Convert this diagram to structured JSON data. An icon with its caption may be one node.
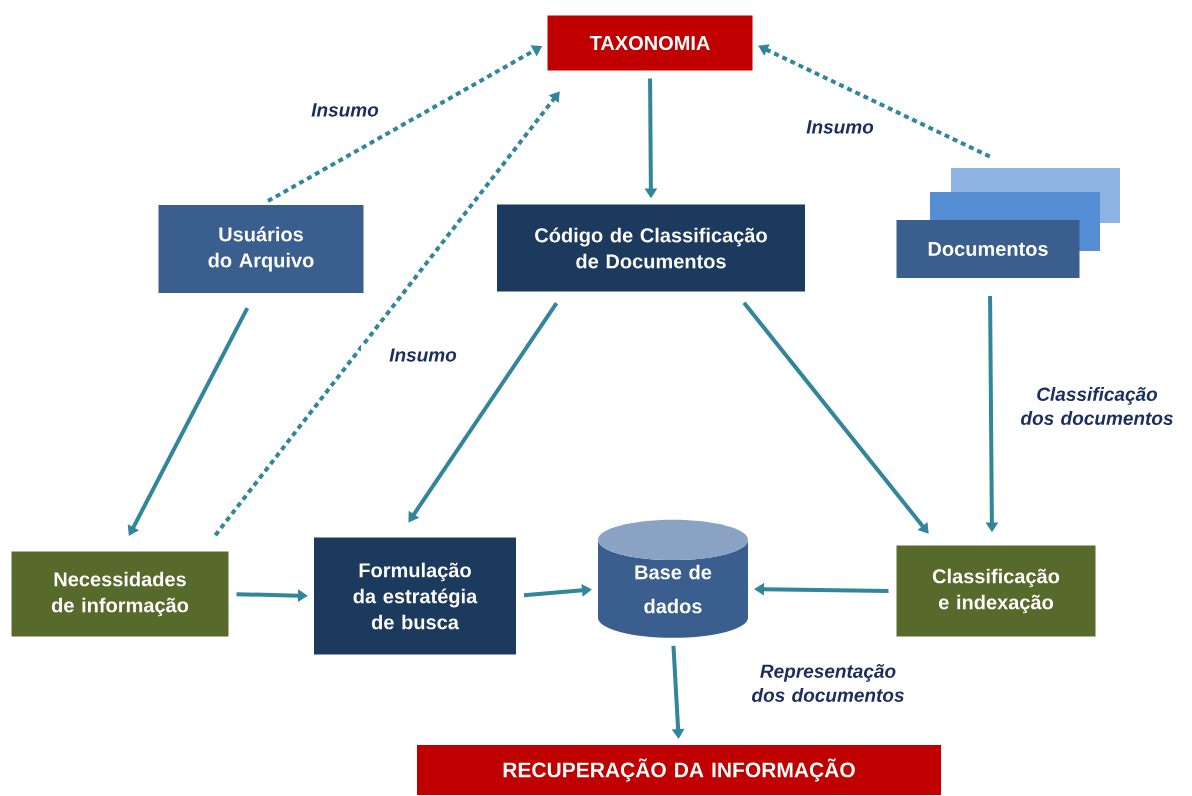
{
  "diagram": {
    "nodes": [
      {
        "text": [
          "TAXONOMIA"
        ]
      },
      {
        "text": [
          "Usuários do Arquivo"
        ]
      },
      {
        "text": [
          "Código de Classificação de Documentos"
        ]
      },
      {
        "text": [
          "Documentos"
        ]
      },
      {
        "text": [
          "Necessidades de informação"
        ]
      },
      {
        "text": [
          "Formulação da estratégia de busca"
        ]
      },
      {
        "text": [
          "Base de dados"
        ]
      },
      {
        "text": [
          "Classificação e indexação"
        ]
      },
      {
        "text": [
          "RECUPERAÇÃO DA INFORMAÇÃO"
        ]
      }
    ],
    "edges": [
      {
        "from": 1,
        "to": 0,
        "arrow": "to",
        "style": "dashed",
        "label": "Insumo"
      },
      {
        "from": 4,
        "to": 0,
        "arrow": "to",
        "style": "dashed",
        "label": "Insumo"
      },
      {
        "from": 3,
        "to": 0,
        "arrow": "to",
        "style": "dashed",
        "label": "Insumo"
      },
      {
        "from": 0,
        "to": 2,
        "arrow": "to"
      },
      {
        "from": 1,
        "to": 4,
        "arrow": "to"
      },
      {
        "from": 2,
        "to": 5,
        "arrow": "to"
      },
      {
        "from": 2,
        "to": 7,
        "arrow": "to"
      },
      {
        "from": 3,
        "to": 7,
        "arrow": "to",
        "label": "Classificação dos documentos"
      },
      {
        "from": 4,
        "to": 5,
        "arrow": "to"
      },
      {
        "from": 5,
        "to": 6,
        "arrow": "to"
      },
      {
        "from": 7,
        "to": 6,
        "arrow": "to"
      },
      {
        "from": 6,
        "to": 8,
        "arrow": "to"
      }
    ],
    "labels": [
      "Representação dos documentos"
    ]
  }
}
